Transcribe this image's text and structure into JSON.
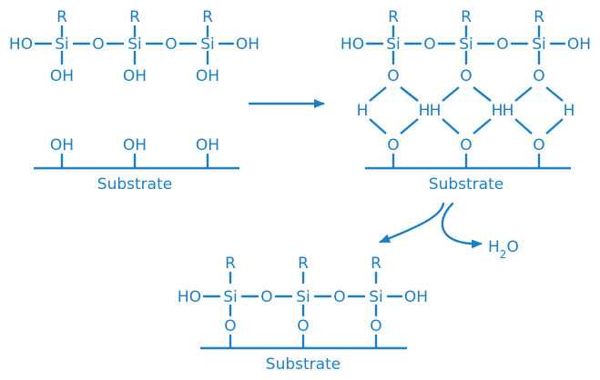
{
  "colors": {
    "ink": "#1d7fc1",
    "background": "#ffffff"
  },
  "atoms": {
    "r": "R",
    "si": "Si",
    "o": "O",
    "ho": "HO",
    "oh": "OH",
    "h": "H"
  },
  "substrate_label": "Substrate",
  "byproduct": {
    "h": "H",
    "sub2": "2",
    "o": "O"
  },
  "panels": [
    {
      "name": "silanol-near-substrate"
    },
    {
      "name": "hydrogen-bonded-intermediate"
    },
    {
      "name": "covalently-bonded-product"
    }
  ],
  "arrows": [
    {
      "name": "reaction-arrow-right"
    },
    {
      "name": "reaction-arrow-down-left"
    },
    {
      "name": "water-release-arrow"
    }
  ]
}
